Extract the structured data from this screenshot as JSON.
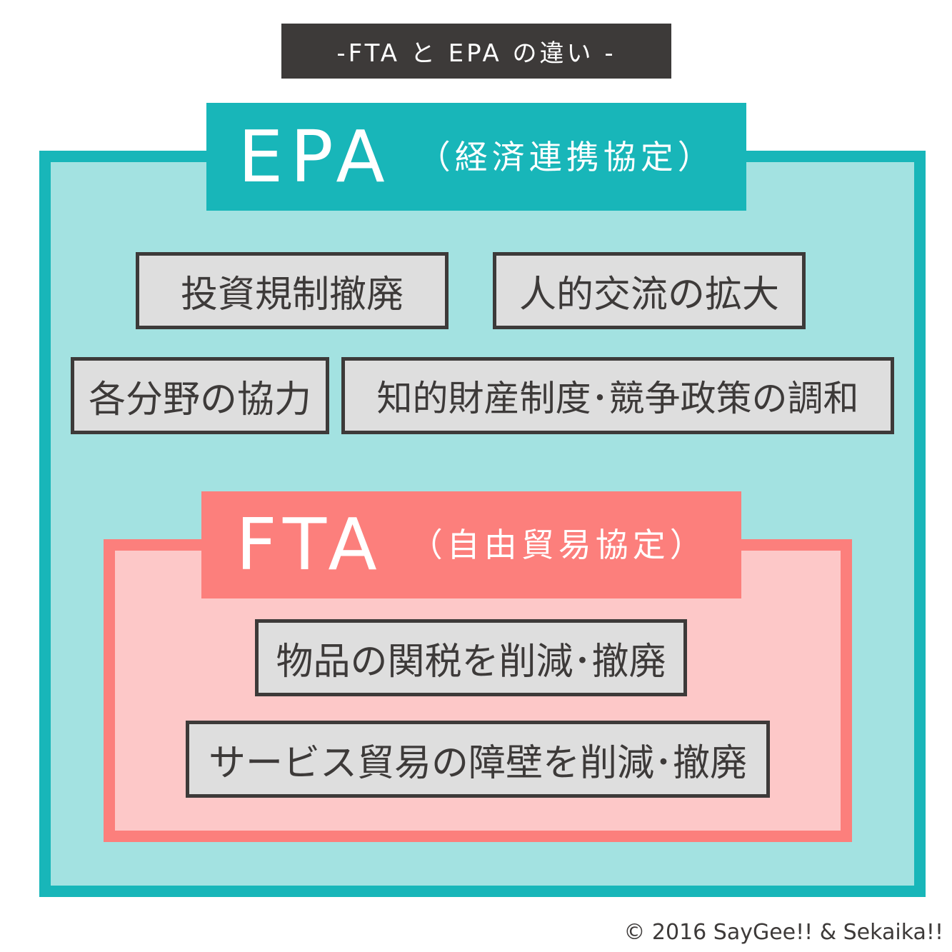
{
  "title": "-FTA と EPA の違い -",
  "epa": {
    "abbr": "EPA",
    "full": "（経済連携協定）",
    "items": [
      "投資規制撤廃",
      "人的交流の拡大",
      "各分野の協力",
      "知的財産制度･競争政策の調和"
    ]
  },
  "fta": {
    "abbr": "FTA",
    "full": "（自由貿易協定）",
    "items": [
      "物品の関税を削減･撤廃",
      "サービス貿易の障壁を削減･撤廃"
    ]
  },
  "copyright": "© 2016 SayGee!! & Sekaika!!",
  "colors": {
    "epa_accent": "#18b6b9",
    "epa_fill": "#a3e2e1",
    "fta_accent": "#fc7f7c",
    "fta_fill": "#fdc8c8",
    "dark": "#3d3a39",
    "item_fill": "#dedede"
  }
}
